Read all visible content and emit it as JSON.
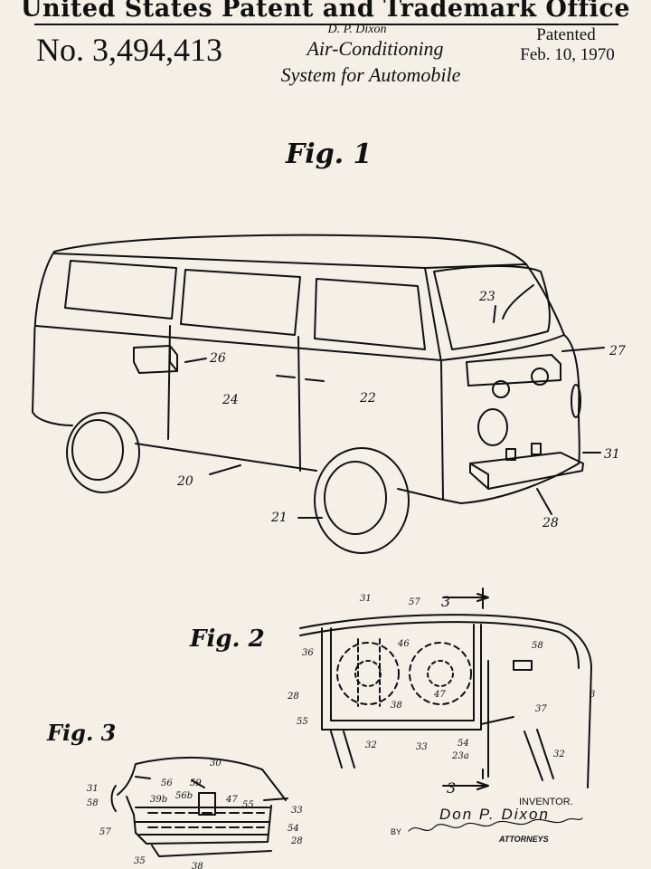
{
  "header": {
    "banner": "United States Patent and Trademark Office",
    "patent_number": "No. 3,494,413",
    "inventor_short": "D. P. Dixon",
    "title_line1": "Air-Conditioning",
    "title_line2": "System for Automobile",
    "patented_label": "Patented",
    "patented_date": "Feb. 10, 1970"
  },
  "figures": {
    "fig1": "Fig. 1",
    "fig2": "Fig. 2",
    "fig3": "Fig. 3"
  },
  "refs_fig1": [
    "20",
    "21",
    "22",
    "23",
    "24",
    "26",
    "27",
    "28",
    "31"
  ],
  "refs_fig2": [
    "31",
    "57",
    "3",
    "36",
    "46",
    "58",
    "28",
    "38",
    "47",
    "37",
    "3",
    "55",
    "32",
    "33",
    "54",
    "23a",
    "32",
    "3"
  ],
  "refs_fig3": [
    "30",
    "31",
    "56",
    "59",
    "58",
    "39b",
    "56b",
    "47",
    "55",
    "33",
    "57",
    "54",
    "28",
    "35",
    "38"
  ],
  "footer": {
    "inventor_label": "INVENTOR.",
    "inventor_name": "Don P. Dixon",
    "by": "BY",
    "attorneys": "ATTORNEYS"
  }
}
